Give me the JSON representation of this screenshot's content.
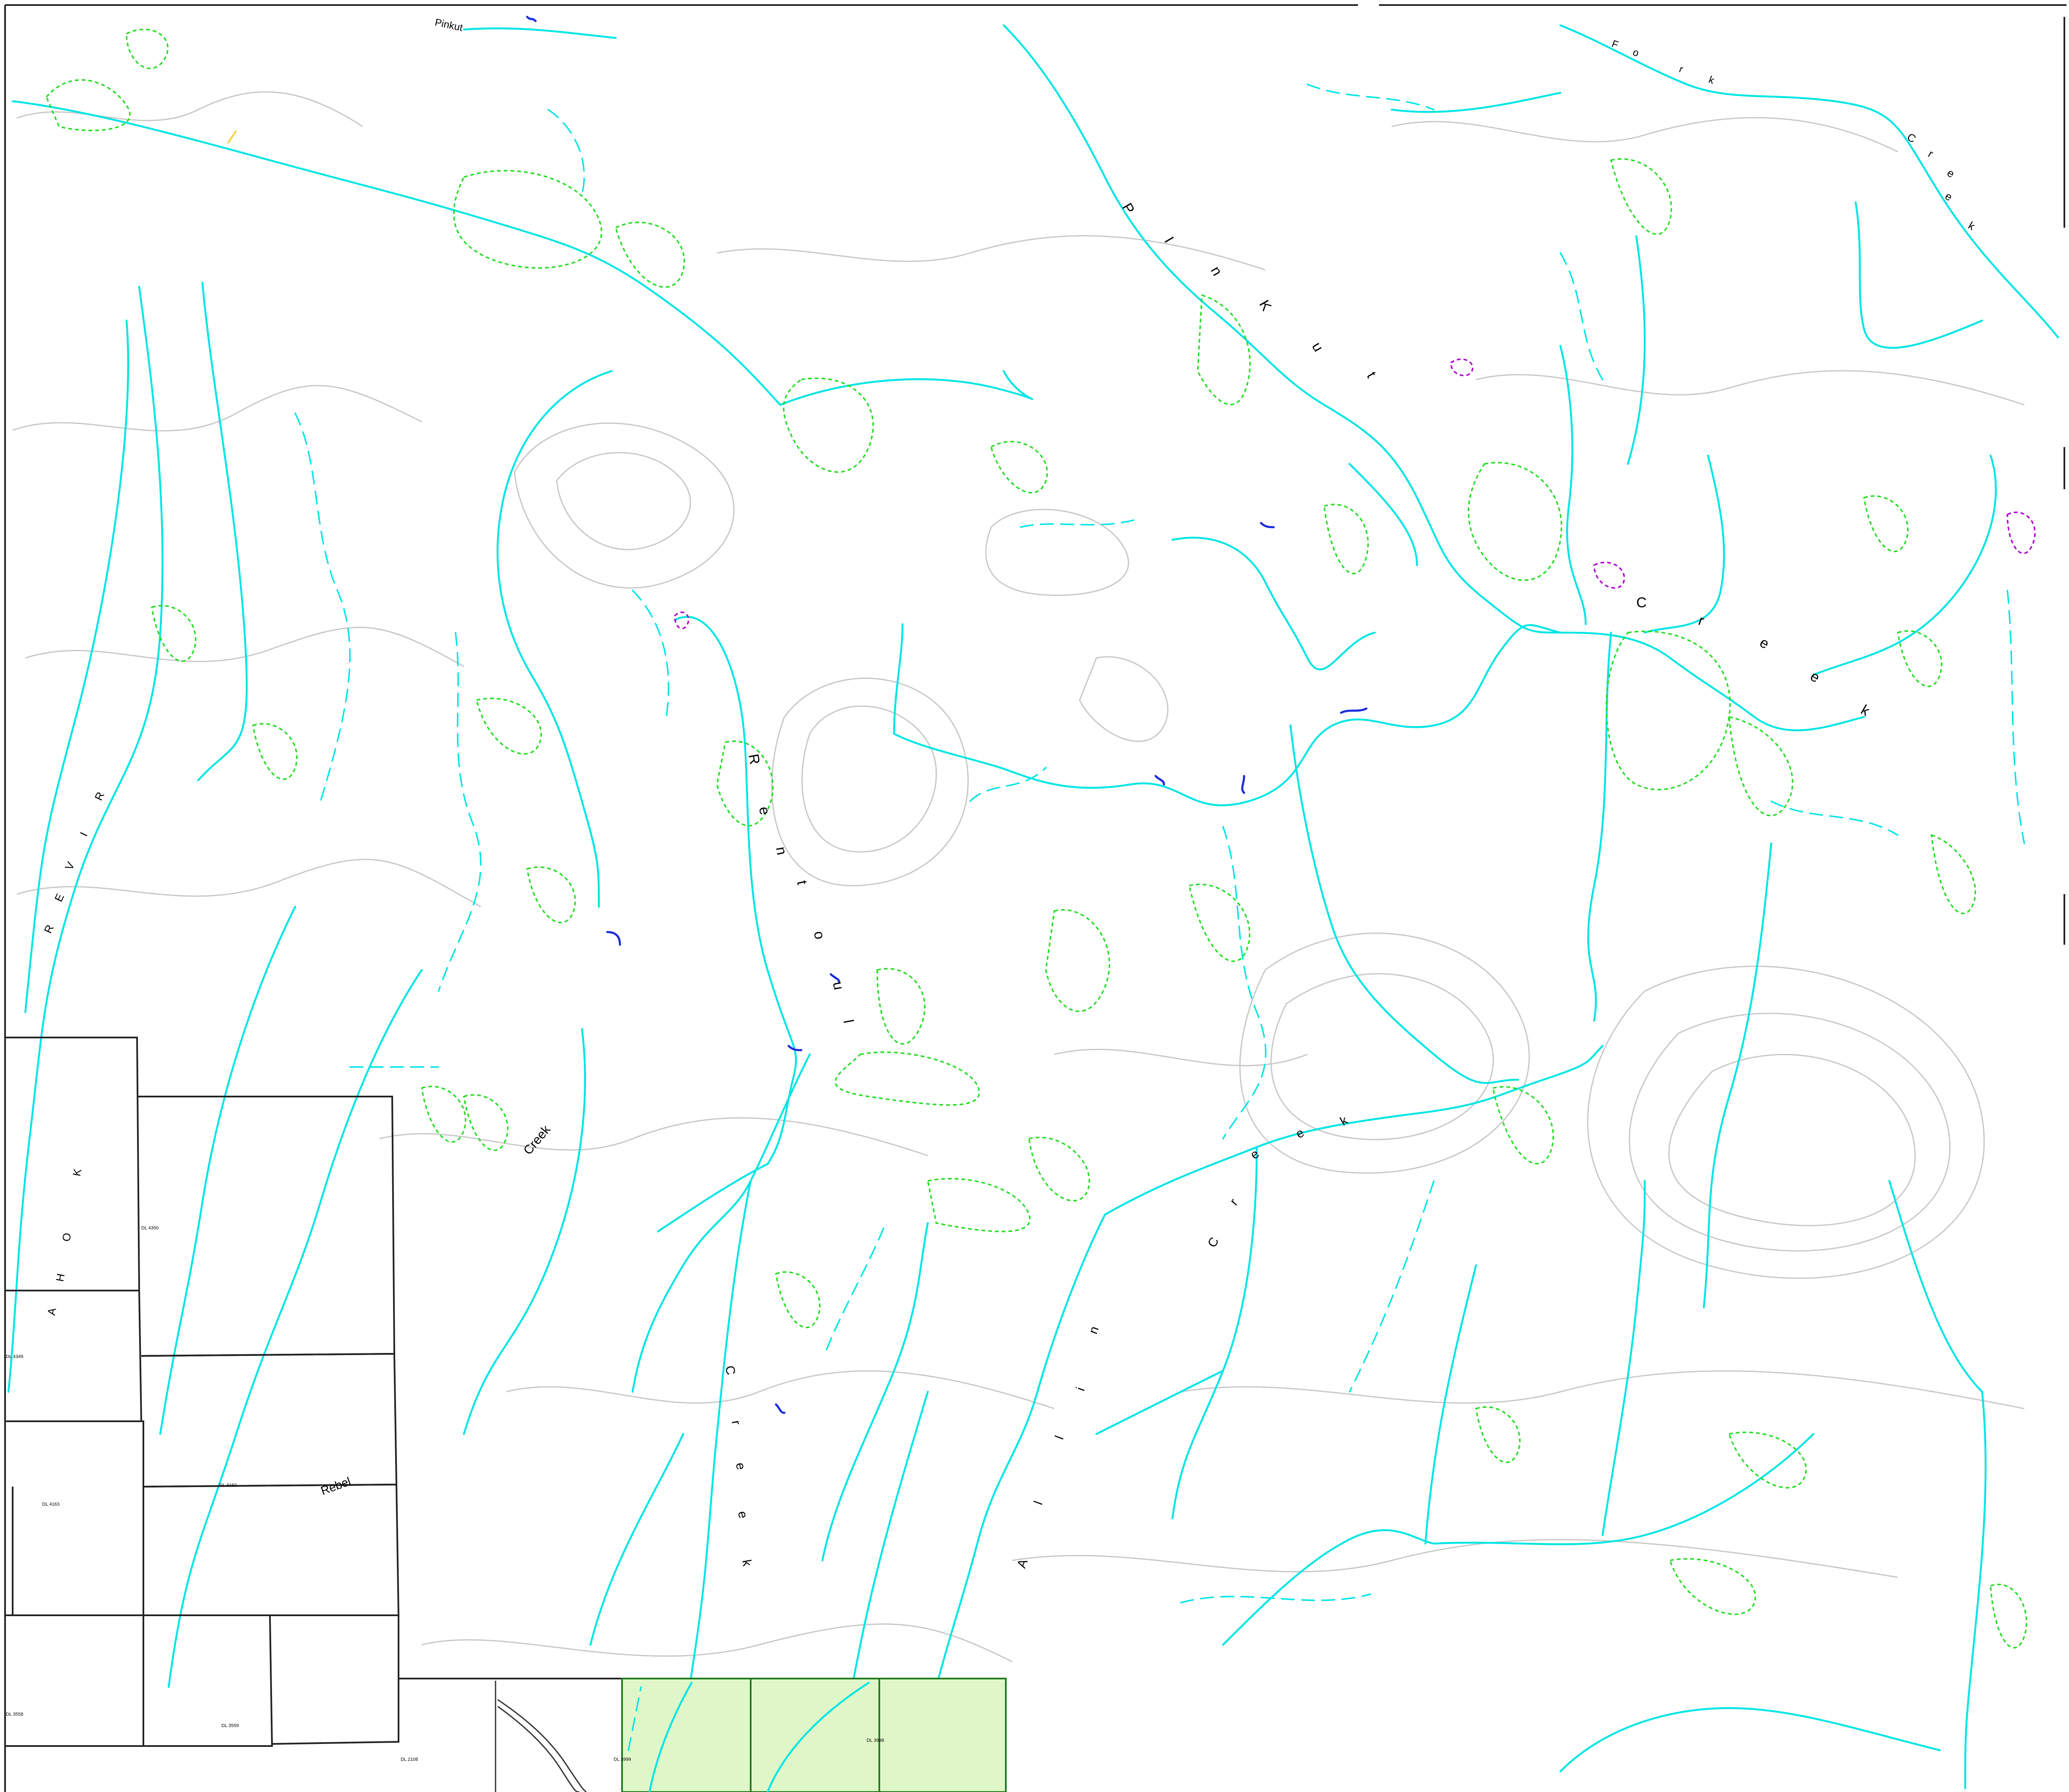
{
  "colors": {
    "background": "#ffffff",
    "contour": "#c8c8c8",
    "stream": "#00e5e5",
    "wetland": "#22dd22",
    "wetland_purple": "#b000d0",
    "boundary": "#222222",
    "park_fill": "#dff7c8",
    "park_stroke": "#1e7a1e",
    "road": "#333333",
    "channel": "#1a2bdc"
  },
  "water_labels": {
    "river_letters": [
      "R",
      "I",
      "V",
      "E",
      "R"
    ],
    "river_lower_letters": [
      "K",
      "O",
      "H",
      "A"
    ],
    "pinkut_letters": [
      "P",
      "I",
      "n",
      "K",
      "u",
      "t"
    ],
    "pinkut_creek_letters": [
      "C",
      "r",
      "e",
      "e",
      "k"
    ],
    "rentoul_letters": [
      "R",
      "e",
      "n",
      "t",
      "o",
      "u",
      "l"
    ],
    "rentoul_creek_label": "Creek",
    "allin_letters": [
      "A",
      "l",
      "l",
      "i",
      "n"
    ],
    "allin_creek_letters": [
      "C",
      "r",
      "e",
      "e",
      "k"
    ],
    "lower_creek_letters": [
      "C",
      "r",
      "e",
      "e",
      "k"
    ],
    "ne_creek_letters": [
      "C",
      "r",
      "e",
      "e",
      "k"
    ],
    "north_fork_letters": [
      "F",
      "o",
      "r",
      "k"
    ],
    "top_label": "Pinkut",
    "rebel_label": "Rebel"
  },
  "lots": {
    "dl_4350": "DL 4350",
    "dl_4349": "DL 4349",
    "dl_4163": "DL 4163",
    "dl_4162": "DL 4162",
    "dl_3559": "DL 3559",
    "dl_3558": "DL 3558",
    "dl_2108": "DL 2108",
    "dl_3999": "DL 3999",
    "dl_3998": "DL 3998"
  }
}
